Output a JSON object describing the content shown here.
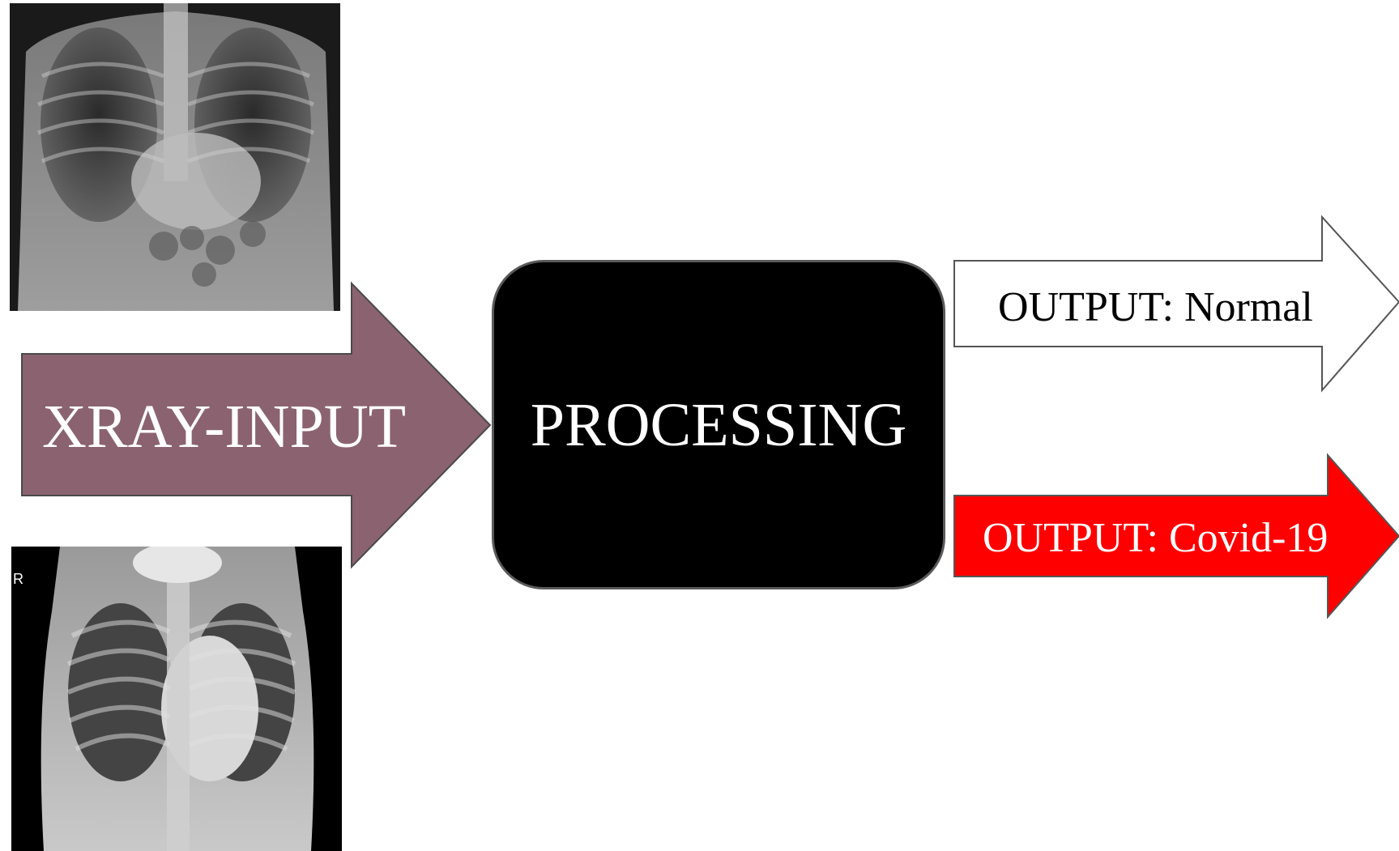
{
  "diagram": {
    "input": {
      "label": "XRAY-INPUT",
      "fill_color": "#8b6370"
    },
    "processing": {
      "label": "PROCESSING",
      "fill_color": "#000000"
    },
    "outputs": [
      {
        "label": "OUTPUT: Normal",
        "fill_color": "#ffffff",
        "text_color": "#000000"
      },
      {
        "label": "OUTPUT: Covid-19",
        "fill_color": "#ff0000",
        "text_color": "#ffffff"
      }
    ],
    "images": [
      {
        "name": "chest-xray-top"
      },
      {
        "name": "chest-xray-bottom",
        "marker": "R"
      }
    ]
  }
}
